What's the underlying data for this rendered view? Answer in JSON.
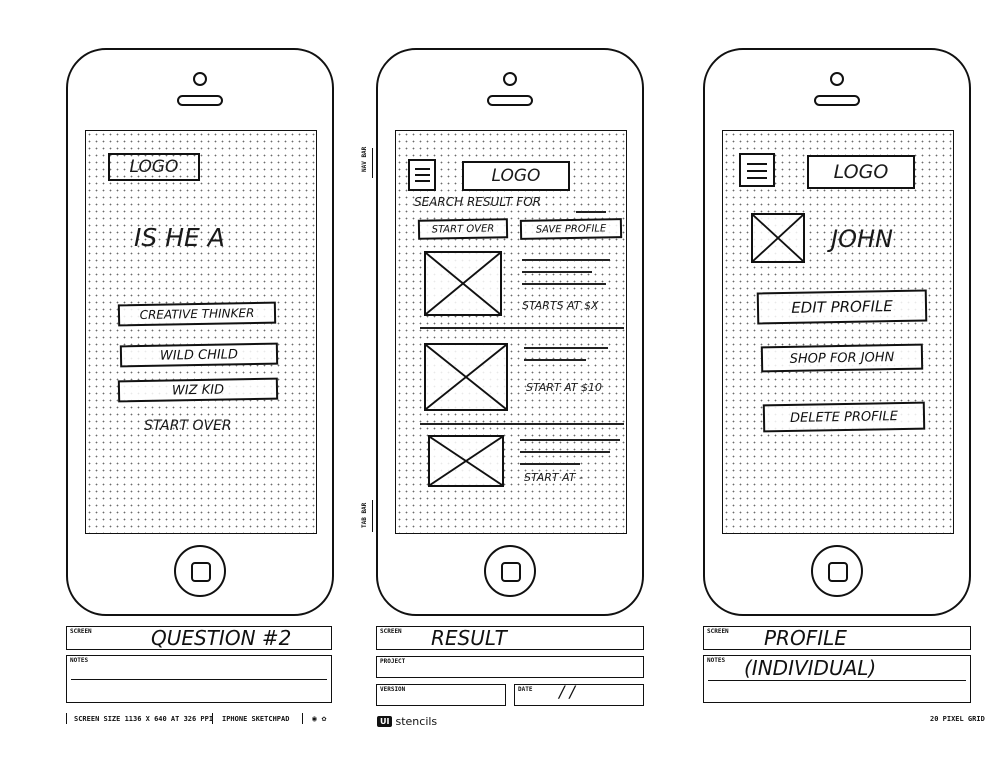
{
  "phones": {
    "question": {
      "logo": "LOGO",
      "headline": "IS HE A",
      "options": [
        "CREATIVE THINKER",
        "WILD CHILD",
        "WIZ KID"
      ],
      "start_over": "START OVER"
    },
    "result": {
      "logo": "LOGO",
      "search_label": "SEARCH RESULT FOR",
      "start_over_button": "START OVER",
      "save_profile_button": "SAVE PROFILE",
      "items": [
        {
          "price": "STARTS AT $X"
        },
        {
          "price": "START AT $10"
        },
        {
          "price": "START AT -"
        }
      ]
    },
    "profile": {
      "logo": "LOGO",
      "name": "JOHN",
      "edit_button": "EDIT PROFILE",
      "shop_button": "SHOP FOR JOHN",
      "delete_button": "DELETE PROFILE"
    }
  },
  "forms": {
    "screen_label": "SCREEN",
    "notes_label": "NOTES",
    "project_label": "PROJECT",
    "version_label": "VERSION",
    "date_label": "DATE",
    "date_value": "/   /",
    "question_screen": "QUESTION #2",
    "result_screen": "RESULT",
    "profile_screen": "PROFILE",
    "profile_notes": "(INDIVIDUAL)"
  },
  "nav_labels": {
    "nav_bar": "NAV BAR",
    "tab_bar": "TAB BAR"
  },
  "footer": {
    "screen_size": "SCREEN SIZE 1136 X 640 AT 326 PPI",
    "device": "IPHONE SKETCHPAD",
    "brand_badge": "UI",
    "brand": "stencils",
    "grid": "20 PIXEL GRID"
  }
}
